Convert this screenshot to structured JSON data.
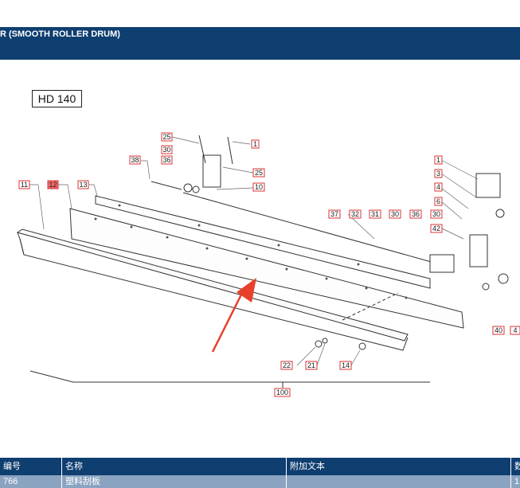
{
  "header": {
    "title": "R (SMOOTH ROLLER DRUM)"
  },
  "model_label": "HD 140",
  "callouts": [
    {
      "id": "c11",
      "label": "11",
      "hl": false
    },
    {
      "id": "c12",
      "label": "12",
      "hl": true
    },
    {
      "id": "c13",
      "label": "13",
      "hl": false
    },
    {
      "id": "c38",
      "label": "38",
      "hl": false
    },
    {
      "id": "c25a",
      "label": "25",
      "hl": false
    },
    {
      "id": "c30a",
      "label": "30",
      "hl": false
    },
    {
      "id": "c36a",
      "label": "36",
      "hl": false
    },
    {
      "id": "c1a",
      "label": "1",
      "hl": false
    },
    {
      "id": "c25b",
      "label": "25",
      "hl": false
    },
    {
      "id": "c10",
      "label": "10",
      "hl": false
    },
    {
      "id": "c37",
      "label": "37",
      "hl": false
    },
    {
      "id": "c32",
      "label": "32",
      "hl": false
    },
    {
      "id": "c31",
      "label": "31",
      "hl": false
    },
    {
      "id": "c30b",
      "label": "30",
      "hl": false
    },
    {
      "id": "c36b",
      "label": "36",
      "hl": false
    },
    {
      "id": "c30c",
      "label": "30",
      "hl": false
    },
    {
      "id": "c1b",
      "label": "1",
      "hl": false
    },
    {
      "id": "c3",
      "label": "3",
      "hl": false
    },
    {
      "id": "c4",
      "label": "4",
      "hl": false
    },
    {
      "id": "c6",
      "label": "6",
      "hl": false
    },
    {
      "id": "c42",
      "label": "42",
      "hl": false
    },
    {
      "id": "c40",
      "label": "40",
      "hl": false
    },
    {
      "id": "c4b",
      "label": "4",
      "hl": false
    },
    {
      "id": "c22",
      "label": "22",
      "hl": false
    },
    {
      "id": "c21",
      "label": "21",
      "hl": false
    },
    {
      "id": "c14",
      "label": "14",
      "hl": false
    },
    {
      "id": "c100",
      "label": "100",
      "hl": false
    }
  ],
  "table": {
    "headers": [
      "编号",
      "名称",
      "附加文本",
      "数"
    ],
    "rows": [
      [
        "766",
        "塑料刮板",
        "",
        "1"
      ]
    ]
  },
  "colors": {
    "header_bg": "#0f3e70",
    "row_bg": "#8aa3c0",
    "callout_border": "#d33",
    "highlight": "#ef6b6b",
    "arrow": "#e8402a"
  }
}
